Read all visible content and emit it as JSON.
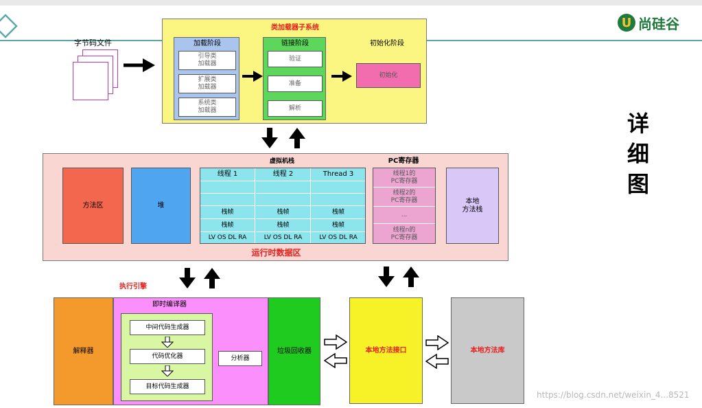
{
  "brand": {
    "name": "尚硅谷"
  },
  "side_title": {
    "chars": [
      "详",
      "细",
      "图"
    ]
  },
  "bytecode_label": "字节码文件",
  "class_loader": {
    "title": "类加载器子系统",
    "loading": {
      "title": "加载阶段",
      "items": [
        "引导类\n加载器",
        "扩展类\n加载器",
        "系统类\n加载器"
      ]
    },
    "linking": {
      "title": "链接阶段",
      "items": [
        "验证",
        "准备",
        "解析"
      ]
    },
    "init": {
      "title": "初始化阶段",
      "box": "初始化"
    }
  },
  "runtime": {
    "label": "运行时数据区",
    "method_area": "方法区",
    "heap": "堆",
    "vm_stack": {
      "title": "虚拟机栈",
      "threads": [
        "线程 1",
        "线程 2",
        "Thread 3"
      ],
      "frame": "栈帧",
      "frame_detail": "LV OS DL RA"
    },
    "pc": {
      "title": "PC寄存器",
      "items": [
        "线程1的\nPC寄存器",
        "线程2的\nPC寄存器",
        "...",
        "线程n的\nPC寄存器"
      ]
    },
    "native_stack": "本地\n方法栈"
  },
  "engine": {
    "label": "执行引擎",
    "interpreter": "解释器",
    "jit": {
      "title": "即时编译器",
      "steps": [
        "中间代码生成器",
        "代码优化器",
        "目标代码生成器"
      ],
      "analyzer": "分析器"
    },
    "gc": "垃圾回收器"
  },
  "native_interface": "本地方法接口",
  "native_library": "本地方法库",
  "watermark": "https://blog.csdn.net/weixin_4...8521",
  "colors": {
    "teal_line": "#5aa7a9",
    "class_loader_bg": "#fbf682",
    "loading_bg": "#a9c5ee",
    "linking_bg": "#5cd75c",
    "init_box": "#f26dad",
    "runtime_bg": "#fad6d3",
    "method_area": "#f4674f",
    "heap": "#4fa5ef",
    "thread_cell": "#8ce4ed",
    "pc_cell": "#eca5d1",
    "native_stack": "#d9c7f7",
    "interpreter": "#f49a2d",
    "jit_bg": "#fb8ffb",
    "jit_inner": "#d9f6a3",
    "gc": "#1ecb1e",
    "native_interface": "#f7f227",
    "native_library": "#c9c9c9",
    "red_text": "#e8201c"
  }
}
